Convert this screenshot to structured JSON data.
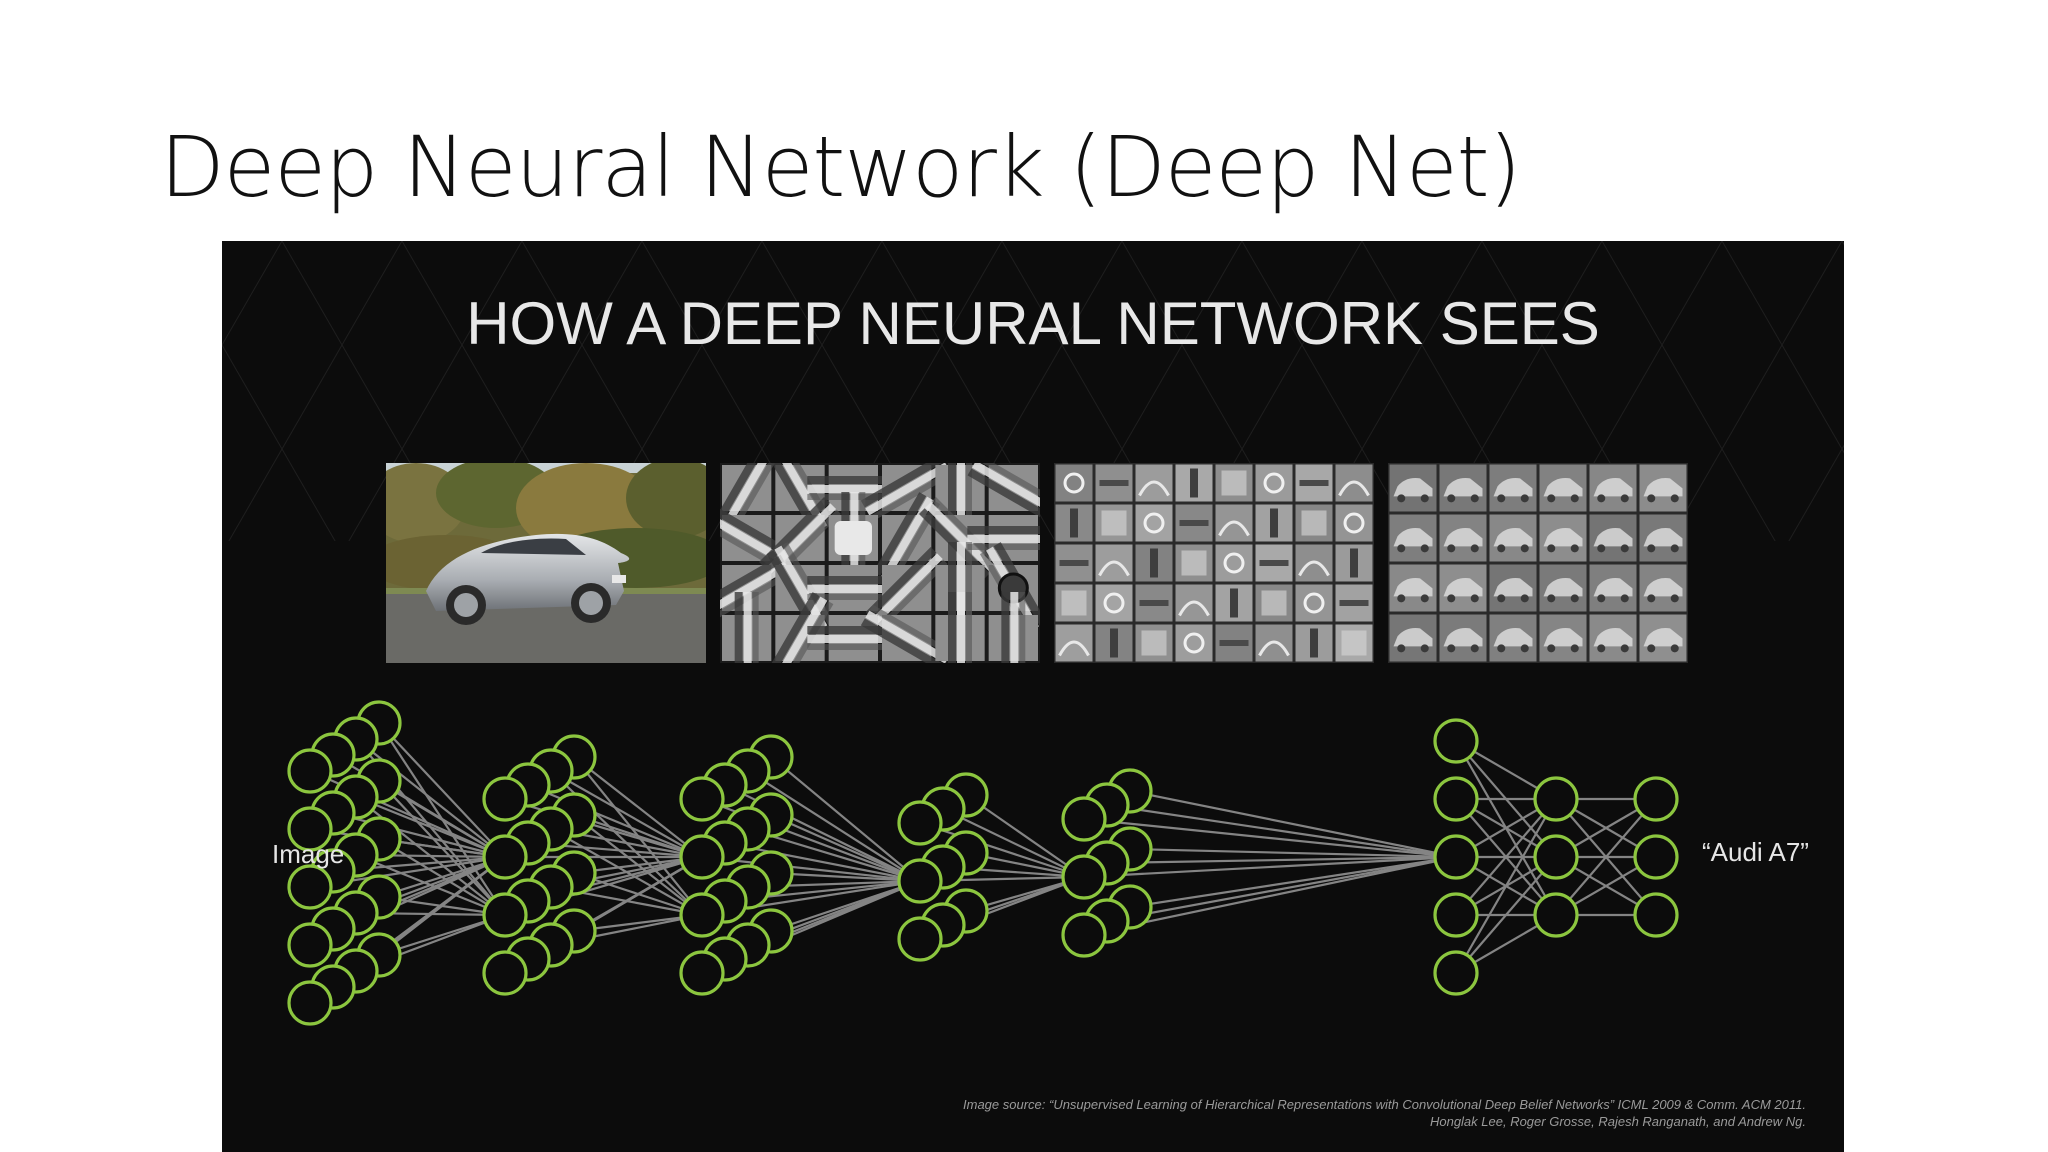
{
  "slide": {
    "title": "Deep Neural Network (Deep Net)"
  },
  "panel": {
    "heading": "HOW A DEEP NEURAL NETWORK SEES",
    "input_label": "Image",
    "output_label": "“Audi A7”",
    "credit_line1": "Image source: “Unsupervised Learning of Hierarchical Representations with Convolutional Deep Belief Networks” ICML 2009 & Comm. ACM 2011.",
    "credit_line2": "Honglak Lee, Roger Grosse, Rajesh Ranganath, and Andrew Ng."
  },
  "colors": {
    "panel_background": "#0c0c0c",
    "neuron_stroke": "#8cc63f",
    "connection": "#9a9a9a",
    "text": "#e6e6e6"
  },
  "thumbnails": [
    {
      "icon": "car-photo"
    },
    {
      "icon": "edge-filters"
    },
    {
      "icon": "part-features"
    },
    {
      "icon": "object-features"
    }
  ]
}
